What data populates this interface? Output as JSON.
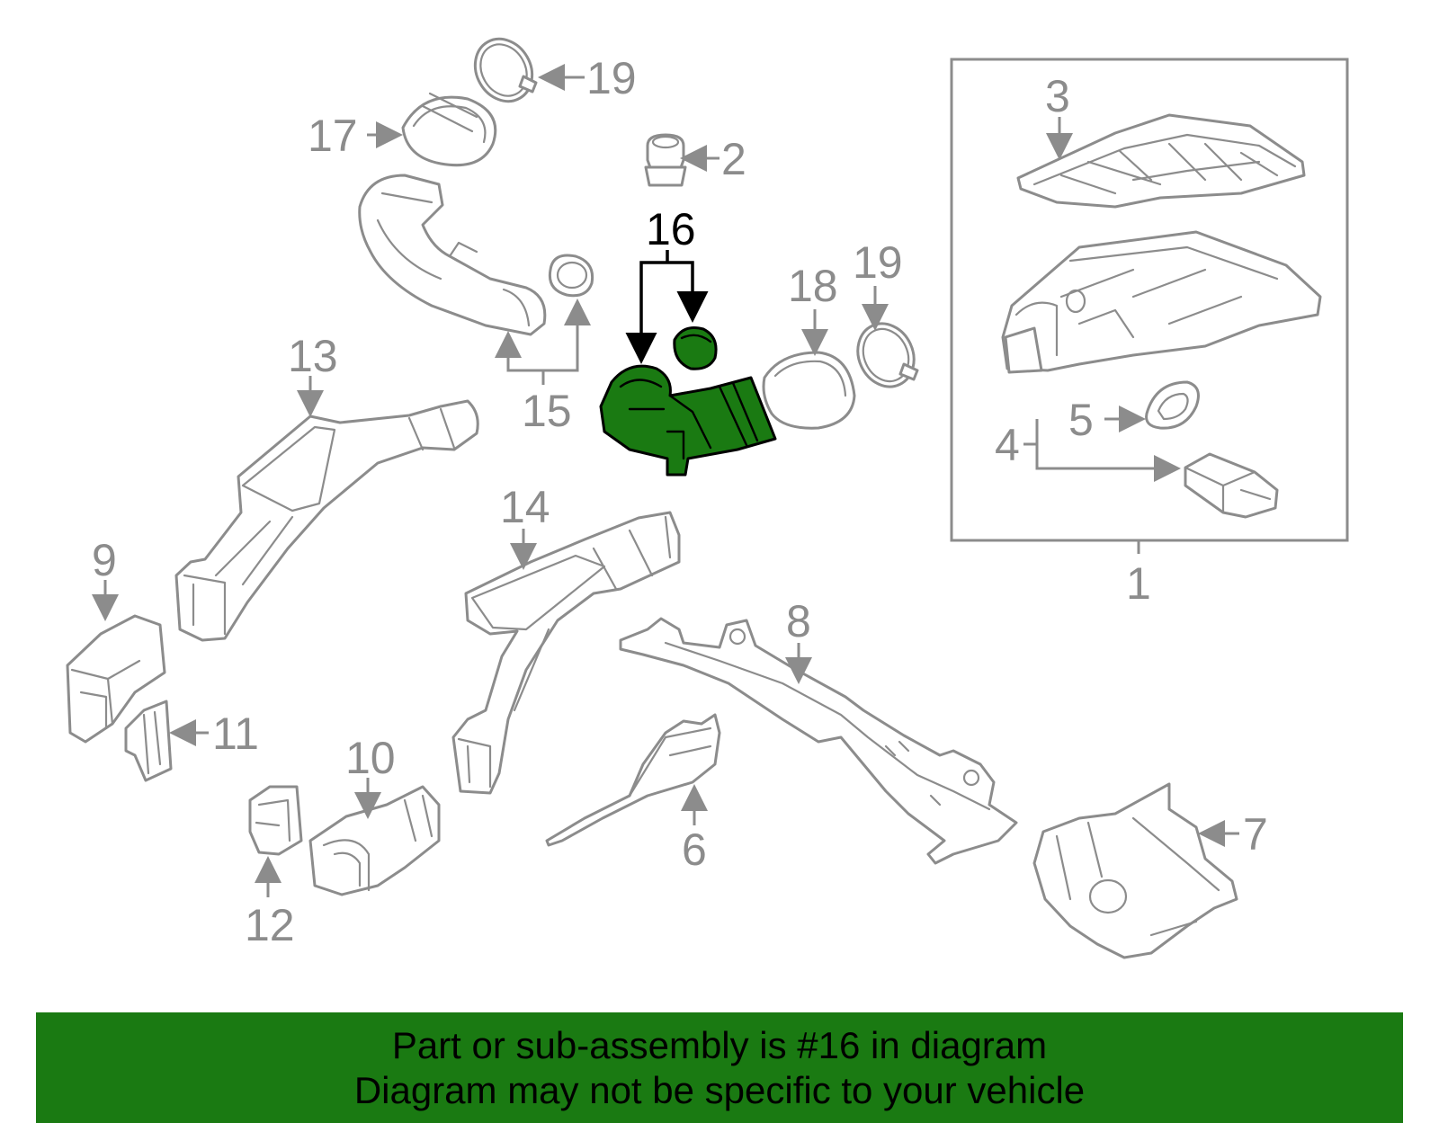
{
  "diagram": {
    "highlight_part": "16",
    "colors": {
      "highlight": "#1a7a12",
      "line": "#8c8c8c",
      "highlight_label": "#000000"
    },
    "callouts": {
      "c1": "1",
      "c2": "2",
      "c3": "3",
      "c4": "4",
      "c5": "5",
      "c6": "6",
      "c7": "7",
      "c8": "8",
      "c9": "9",
      "c10": "10",
      "c11": "11",
      "c12": "12",
      "c13": "13",
      "c14": "14",
      "c15": "15",
      "c16": "16",
      "c17": "17",
      "c18": "18",
      "c19a": "19",
      "c19b": "19"
    }
  },
  "banner": {
    "line1": "Part or sub-assembly is #16 in diagram",
    "line2": "Diagram may not be specific to your vehicle"
  }
}
